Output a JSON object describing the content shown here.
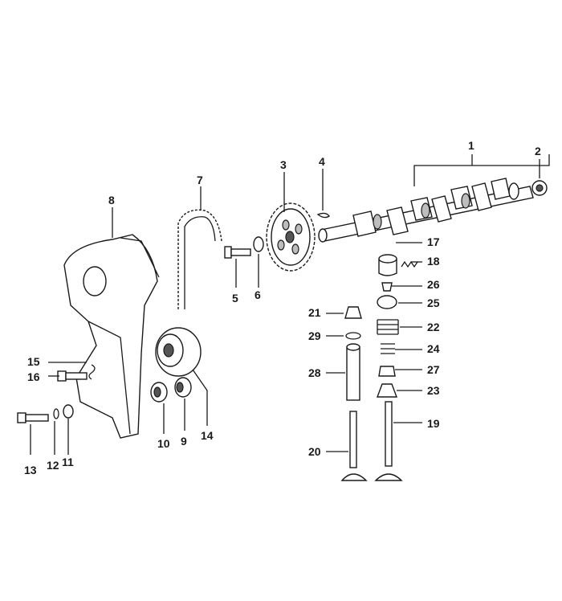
{
  "diagram": {
    "labels": [
      "1",
      "2",
      "3",
      "4",
      "5",
      "6",
      "7",
      "8",
      "9",
      "10",
      "11",
      "12",
      "13",
      "14",
      "15",
      "16",
      "17",
      "18",
      "19",
      "20",
      "21",
      "22",
      "23",
      "24",
      "25",
      "26",
      "27",
      "28",
      "29"
    ]
  },
  "colors": {
    "ink": "#1a1a1a",
    "paper": "#ffffff",
    "shade": "#bdbdbd"
  }
}
